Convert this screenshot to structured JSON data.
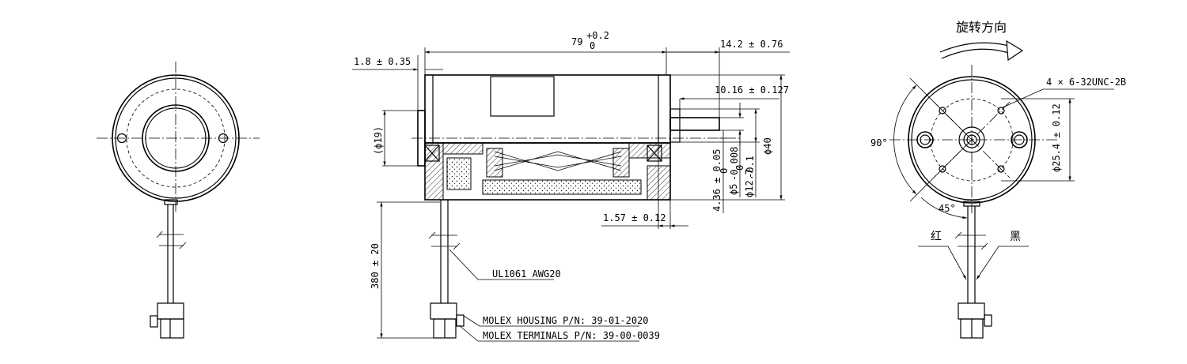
{
  "dimensions": {
    "length": "79",
    "length_tol_upper": "+0.2",
    "length_tol_lower": "0",
    "shaft_ext": "14.2 ± 0.76",
    "flange": "1.8 ± 0.35",
    "shaft_len": "10.16 ± 0.127",
    "pilot": "(ϕ19)",
    "shaft_dia": "ϕ5",
    "shaft_dia_tol": "-0.008",
    "shaft_dia_tol_upper": "0",
    "hub_dia": "ϕ12.7",
    "hub_dia_tol": "-0.1",
    "hub_dia_tol_upper": "0",
    "hub_offset": "4.36 ± 0.05",
    "body_dia": "ϕ40",
    "hub_step": "1.57 ± 0.12",
    "lead_len": "380 ± 20",
    "bolt_circle": "ϕ25.4 ± 0.12",
    "angle_90": "90°",
    "angle_45": "45°"
  },
  "labels": {
    "rotation": "旋转方向",
    "threads": "4 × 6-32UNC-2B",
    "wire_red": "红",
    "wire_black": "黑",
    "wire_spec": "UL1061 AWG20",
    "housing": "MOLEX HOUSING P/N: 39-01-2020",
    "terminals": "MOLEX TERMINALS P/N: 39-00-0039"
  }
}
